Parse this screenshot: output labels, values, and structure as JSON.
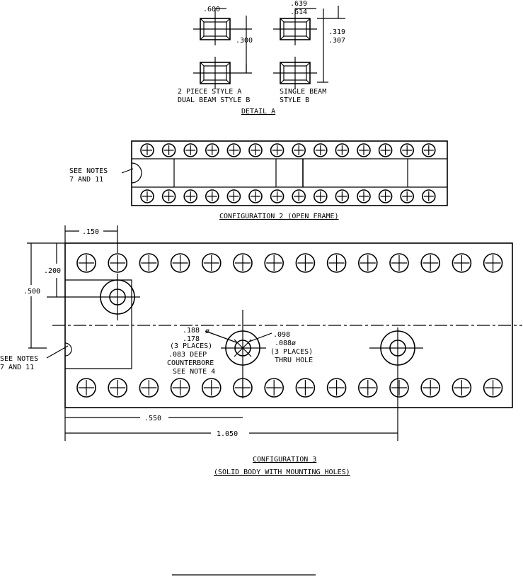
{
  "detail_a": {
    "dim_600": ".600",
    "dim_300": ".300",
    "dim_639": ".639",
    "dim_614": ".614",
    "dim_319": ".319",
    "dim_307": ".307",
    "left_label_1": "2 PIECE STYLE A",
    "left_label_2": "DUAL BEAM STYLE B",
    "right_label_1": "SINGLE BEAM",
    "right_label_2": "STYLE B",
    "title": "DETAIL A"
  },
  "config2": {
    "note_1": "SEE NOTES",
    "note_2": "7 AND 11",
    "title": "CONFIGURATION 2 (OPEN FRAME)",
    "pins_per_row": 14
  },
  "config3": {
    "dim_150": ".150",
    "dim_200": ".200",
    "dim_500": ".500",
    "cb_1": ".188",
    "cb_2": ".178",
    "cb_3": "(3 PLACES)",
    "cb_4": ".083 DEEP",
    "cb_5": "COUNTERBORE",
    "cb_6": "SEE NOTE 4",
    "th_1": ".098",
    "th_2": ".088",
    "th_3": "(3 PLACES)",
    "th_4": "THRU HOLE",
    "note_1": "SEE NOTES",
    "note_2": "7 AND 11",
    "dim_550": ".550",
    "dim_1050": "1.050",
    "title": "CONFIGURATION 3",
    "subtitle": "(SOLID BODY WITH MOUNTING HOLES)",
    "pins_per_row": 14
  }
}
